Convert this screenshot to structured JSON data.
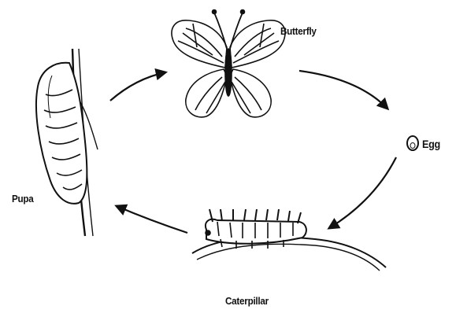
{
  "labels": {
    "butterfly": "Butterfly",
    "egg": "Egg",
    "caterpillar": "Caterpillar",
    "pupa": "Pupa"
  },
  "icons": [
    "butterfly-illustration",
    "egg-icon",
    "caterpillar-illustration",
    "pupa-illustration"
  ]
}
